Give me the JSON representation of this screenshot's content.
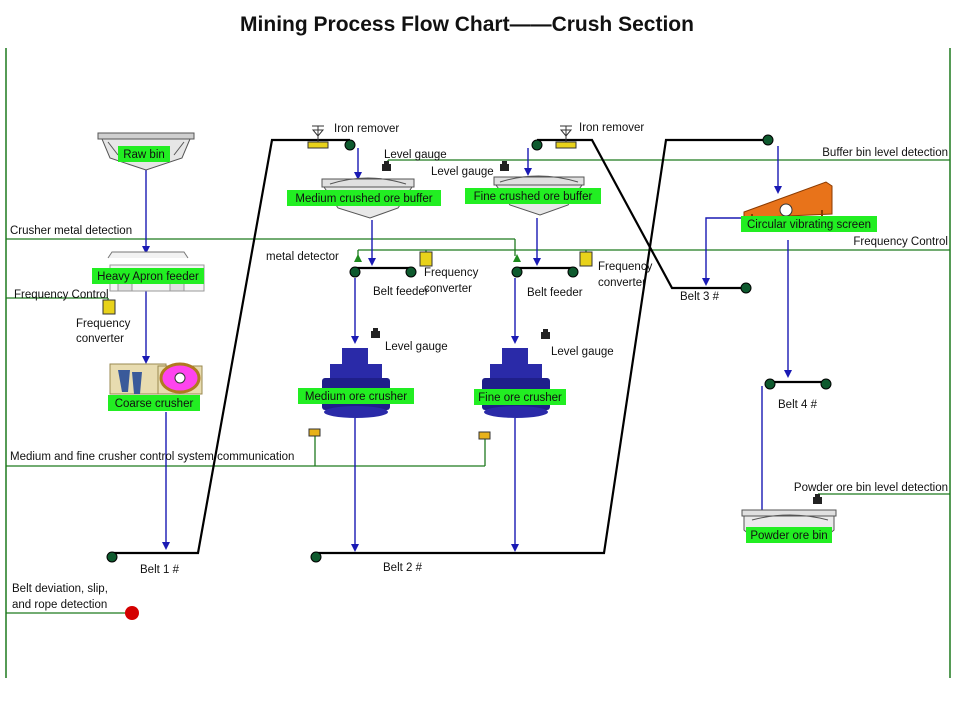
{
  "title": "Mining Process Flow Chart——Crush Section",
  "colors": {
    "signal_line": "#1f7a1f",
    "flow_arrow": "#1a1ab4",
    "belt": "#000000",
    "label_bg": "#22ee22",
    "crusher_blue": "#2a2aa8",
    "screen_orange": "#e8731a",
    "alarm_red": "#d40000",
    "device_yellow": "#e8d21a",
    "pulley_green": "#0e5a2e"
  },
  "equipment": {
    "raw_bin": "Raw bin",
    "apron_feeder": "Heavy Apron feeder",
    "coarse_crusher": "Coarse crusher",
    "medium_buffer": "Medium crushed ore buffer",
    "fine_buffer": "Fine crushed ore buffer",
    "medium_crusher": "Medium ore crusher",
    "fine_crusher": "Fine ore crusher",
    "vibrating_screen": "Circular vibrating screen",
    "powder_bin": "Powder ore bin"
  },
  "labels": {
    "iron_remover_1": "Iron remover",
    "iron_remover_2": "Iron remover",
    "level_gauge_1": "Level gauge",
    "level_gauge_2": "Level gauge",
    "level_gauge_3": "Level gauge",
    "level_gauge_4": "Level gauge",
    "metal_detector": "metal detector",
    "belt_feeder_1": "Belt feeder",
    "belt_feeder_2": "Belt feeder",
    "freq_conv_1_line1": "Frequency",
    "freq_conv_1_line2": "converter",
    "freq_conv_2_line1": "Frequency",
    "freq_conv_2_line2": "converter",
    "freq_conv_3_line1": "Frequency",
    "freq_conv_3_line2": "converter",
    "belt_1": "Belt 1 #",
    "belt_2": "Belt 2 #",
    "belt_3": "Belt 3 #",
    "belt_4": "Belt 4 #"
  },
  "signals": {
    "crusher_metal_detection": "Crusher metal detection",
    "frequency_control_left": "Frequency Control",
    "frequency_control_right": "Frequency Control",
    "buffer_bin_level": "Buffer bin level detection",
    "crusher_comm": "Medium and fine crusher control system communication",
    "powder_bin_level": "Powder ore bin level detection",
    "belt_deviation_line1": "Belt deviation, slip,",
    "belt_deviation_line2": "and rope detection"
  }
}
